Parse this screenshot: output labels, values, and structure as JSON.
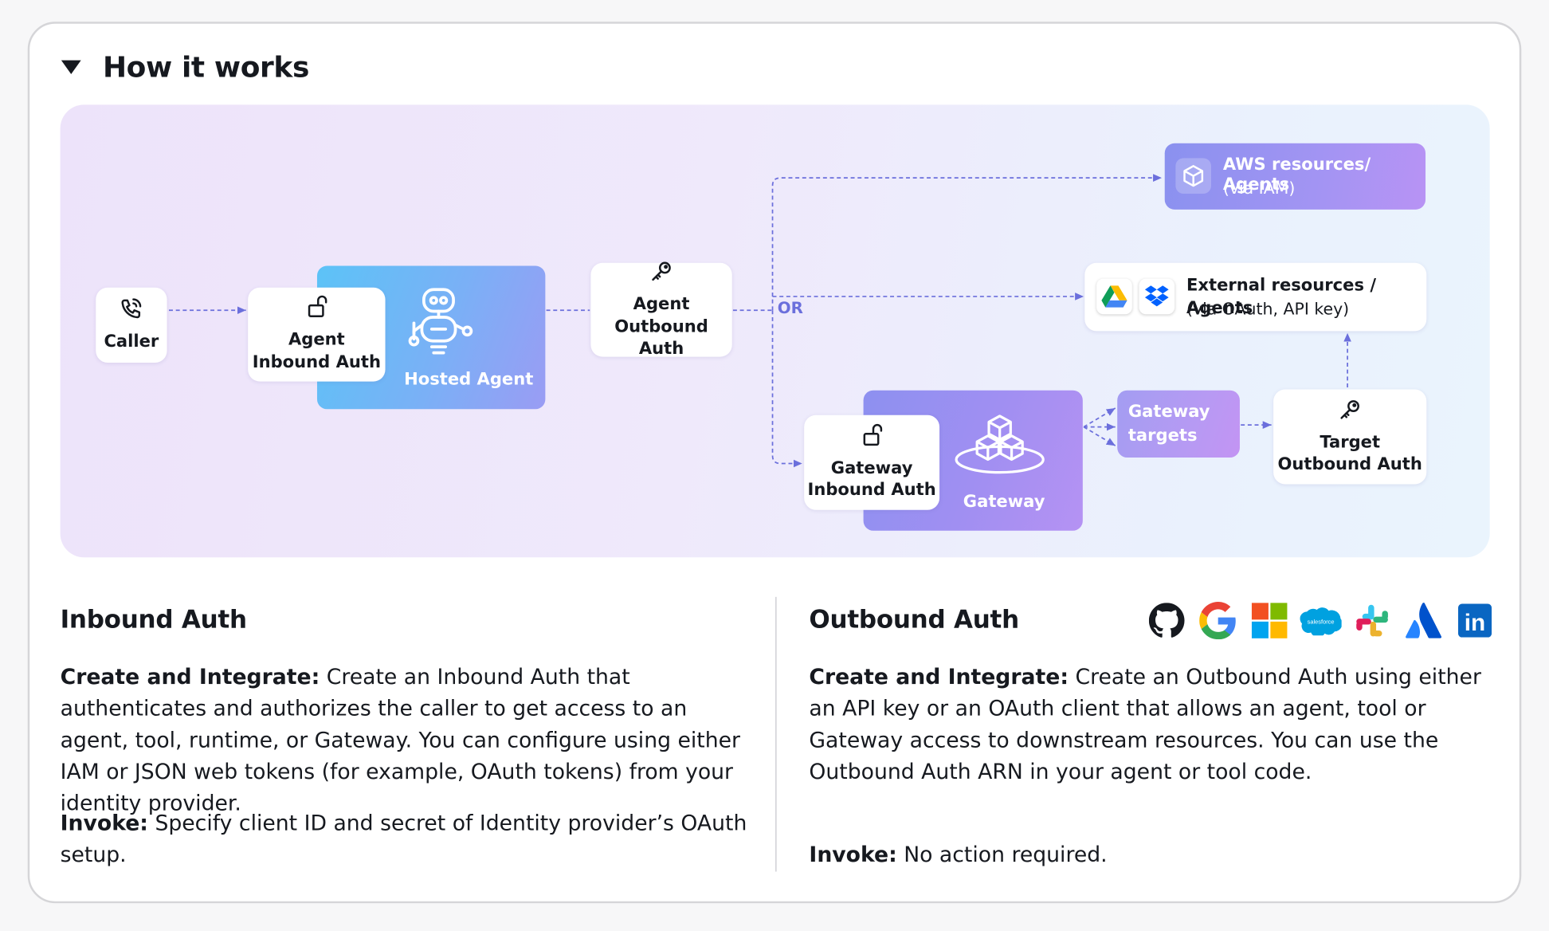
{
  "section": {
    "title": "How it works"
  },
  "diagram": {
    "caller": "Caller",
    "agent_inbound_auth": [
      "Agent",
      "Inbound Auth"
    ],
    "hosted_agent": "Hosted Agent",
    "agent_outbound_auth": [
      "Agent",
      "Outbound Auth"
    ],
    "or_label": "OR",
    "aws_resources": [
      "AWS resources/ Agents",
      "(via IAM)"
    ],
    "external_resources": [
      "External resources / Agents",
      "(via OAuth, API key)"
    ],
    "gateway_inbound_auth": [
      "Gateway",
      "Inbound Auth"
    ],
    "gateway": "Gateway",
    "gateway_targets": [
      "Gateway",
      "targets"
    ],
    "target_outbound_auth": [
      "Target",
      "Outbound Auth"
    ]
  },
  "inbound": {
    "title": "Inbound Auth",
    "create_label": "Create and Integrate:",
    "create_text": " Create an Inbound Auth that authenticates and authorizes the caller to get access to an agent, tool, runtime, or Gateway. You can configure using either IAM or JSON web tokens (for example, OAuth tokens) from your identity provider.",
    "invoke_label": "Invoke:",
    "invoke_text": " Specify client ID and secret of Identity provider’s OAuth setup."
  },
  "outbound": {
    "title": "Outbound Auth",
    "create_label": "Create and Integrate:",
    "create_text": " Create an Outbound Auth using either an API key or an OAuth client that allows an agent, tool or Gateway access to downstream resources. You can use the Outbound Auth ARN in your agent or tool code.",
    "invoke_label": "Invoke:",
    "invoke_text": " No action required.",
    "provider_logos": [
      "github-icon",
      "google-icon",
      "microsoft-icon",
      "salesforce-icon",
      "slack-icon",
      "atlassian-icon",
      "linkedin-icon"
    ],
    "salesforce_wordmark": "salesforce",
    "linkedin_wordmark": "in"
  },
  "colors": {
    "arrow": "#6b6fdc",
    "hosted_agent_gradient": [
      "#5cc3f7",
      "#9a9cf4"
    ],
    "gateway_gradient": [
      "#8d90f0",
      "#b592f3"
    ],
    "aws_gradient": [
      "#8a91ef",
      "#b893f4"
    ],
    "targets_gradient": [
      "#a39df2",
      "#c394f3"
    ]
  }
}
